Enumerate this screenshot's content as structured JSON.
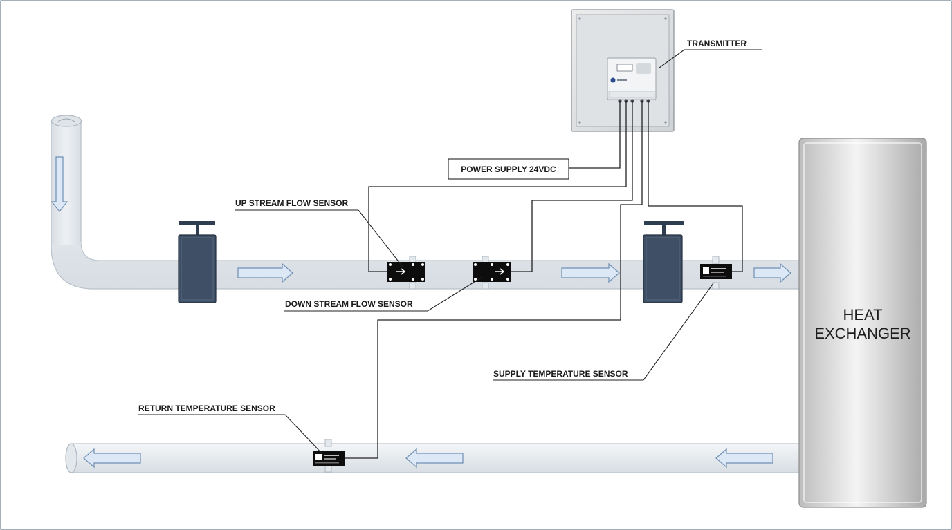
{
  "labels": {
    "transmitter": "TRANSMITTER",
    "power_supply": "POWER SUPPLY 24VDC",
    "upstream_sensor": "UP STREAM FLOW SENSOR",
    "downstream_sensor": "DOWN STREAM FLOW SENSOR",
    "supply_temp_sensor": "SUPPLY TEMPERATURE SENSOR",
    "return_temp_sensor": "RETURN TEMPERATURE SENSOR"
  },
  "heat_exchanger": {
    "line1": "HEAT",
    "line2": "EXCHANGER"
  },
  "colors": {
    "pipe_fill": "#e9edf1",
    "pipe_stroke": "#b9c2cb",
    "valve_body": "#3e4f66",
    "arrow_fill": "#dce8f6",
    "arrow_stroke": "#6f8fb3",
    "sensor_body": "#0d0d0d",
    "wire": "#222222",
    "frame_border": "#4a6076"
  }
}
